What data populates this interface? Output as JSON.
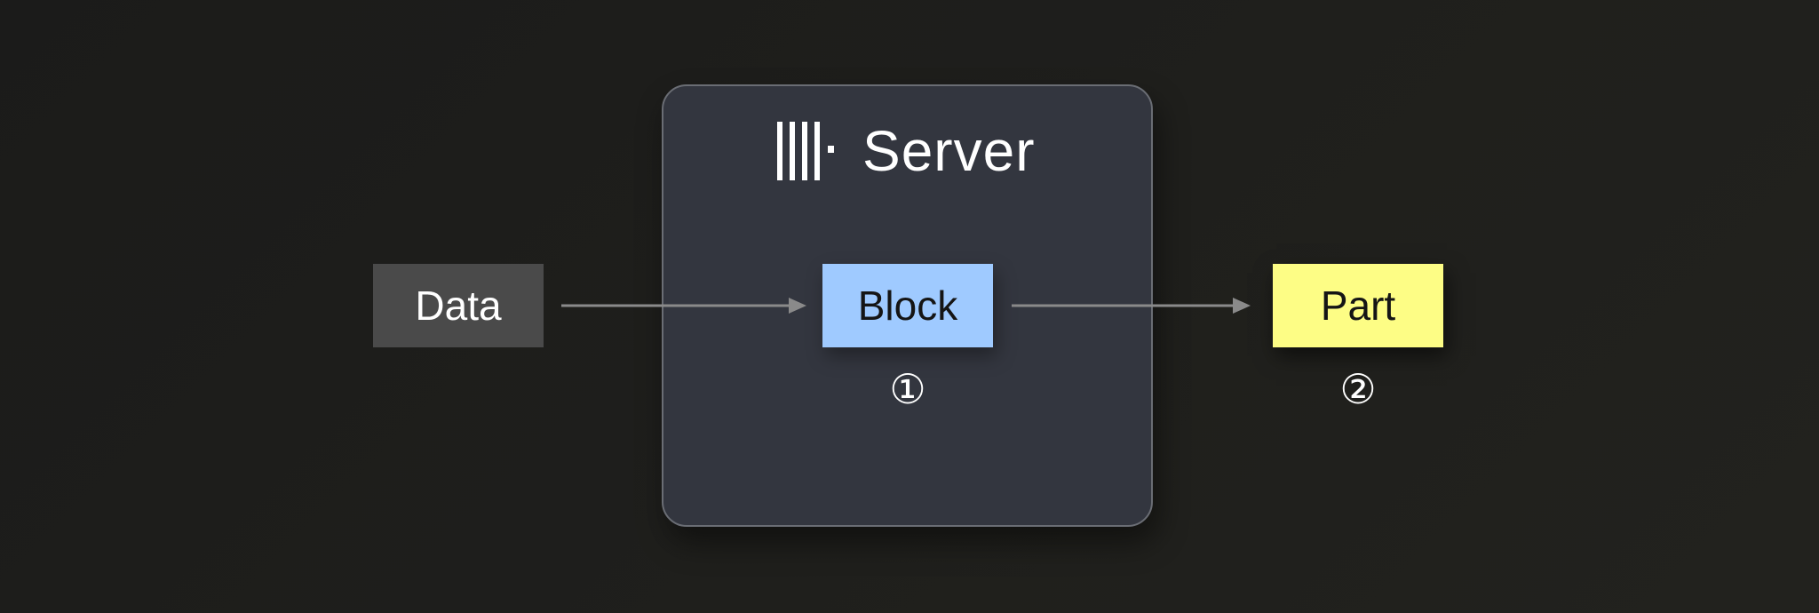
{
  "server": {
    "title": "Server",
    "logo_icon": "server-logo-icon"
  },
  "nodes": {
    "data": "Data",
    "block": "Block",
    "part": "Part"
  },
  "markers": {
    "block": "①",
    "part": "②"
  },
  "edges": [
    {
      "from": "Data",
      "to": "Block"
    },
    {
      "from": "Block",
      "to": "Part"
    }
  ],
  "colors": {
    "background": "#1e1e1c",
    "server_fill": "#33363f",
    "server_border": "#6a6d74",
    "data_fill": "#4a4a4a",
    "block_fill": "#9fcaff",
    "part_fill": "#fdfd85",
    "arrow": "#8a8a8a"
  }
}
